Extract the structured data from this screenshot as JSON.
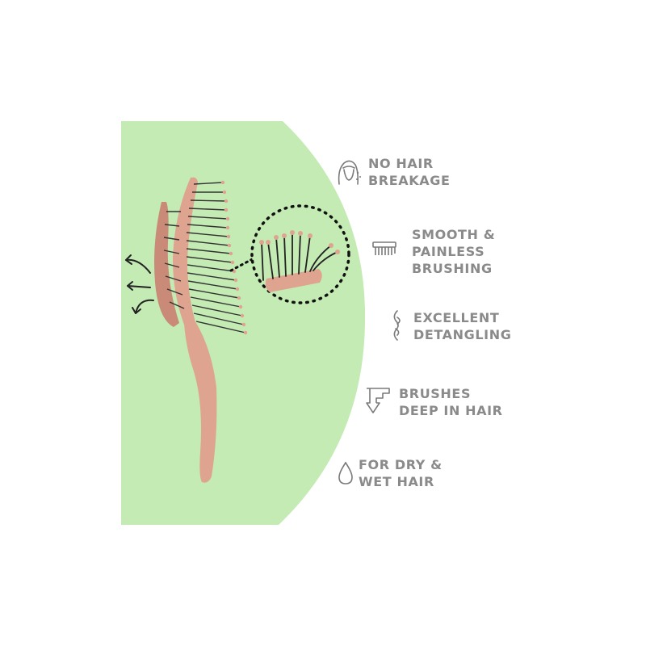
{
  "colors": {
    "panel_green": "#c3ebb3",
    "brush_pink": "#dea48f",
    "brush_pink_dark": "#c98b77",
    "bristle_dark": "#333333",
    "text_gray": "#8a8a8a",
    "icon_gray": "#7a7a7a"
  },
  "features": [
    {
      "icon": "hair-face-icon",
      "line1": "NO HAIR",
      "line2": "BREAKAGE"
    },
    {
      "icon": "comb-icon",
      "line1": "SMOOTH &",
      "line2": "PAINLESS",
      "line3": "BRUSHING"
    },
    {
      "icon": "strand-knot-icon",
      "line1": "EXCELLENT",
      "line2": "DETANGLING"
    },
    {
      "icon": "deep-arrow-icon",
      "line1": "BRUSHES",
      "line2": "DEEP IN HAIR"
    },
    {
      "icon": "water-drop-icon",
      "line1": "FOR DRY &",
      "line2": "WET HAIR"
    }
  ]
}
